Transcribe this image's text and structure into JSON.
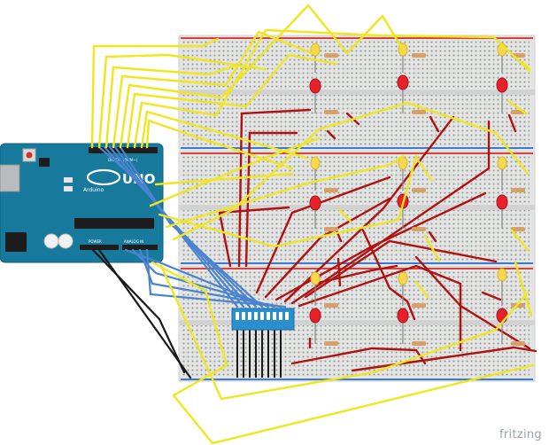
{
  "app": {
    "brand": "fritzing"
  },
  "board": {
    "label": "UNO",
    "maker": "Arduino",
    "header_labels": [
      "DIGITAL (PWM~)",
      "POWER",
      "ANALOG IN"
    ]
  },
  "colors": {
    "board_blue": "#17799c",
    "wire_yellow": "#f0e61e",
    "wire_red": "#b01212",
    "wire_blue": "#4a84cf",
    "wire_black": "#1a1a1a",
    "breadboard": "#e1e1e1",
    "rail_red": "#d8423a",
    "rail_blue": "#3c7ad0",
    "led_red": "#e8202a",
    "led_yellow": "#f6d84a",
    "dip_switch": "#2a8fcf"
  },
  "components": {
    "red_leds": 9,
    "yellow_leds": 9,
    "resistors": 18,
    "dip_switch_positions": 8
  }
}
